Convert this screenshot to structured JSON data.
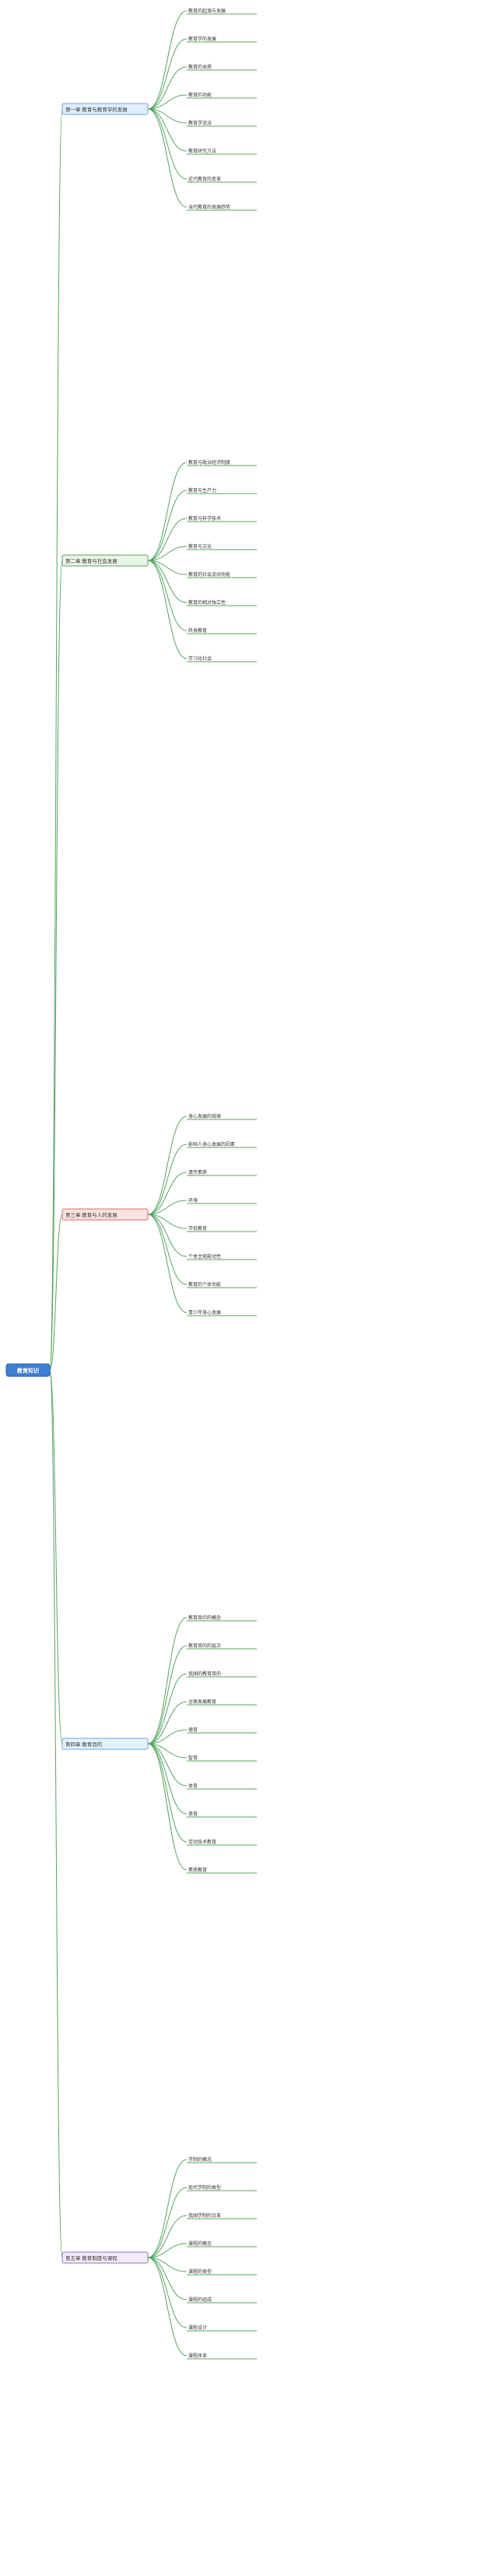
{
  "root": "教育知识",
  "sections": [
    {
      "id": "s1",
      "label": "第一章 教育与教育学的发展",
      "theme": "sec1"
    },
    {
      "id": "s2",
      "label": "第二章 教育与社会发展",
      "theme": "sec2"
    },
    {
      "id": "s3",
      "label": "第三章 教育与人的发展",
      "theme": "sec3"
    },
    {
      "id": "s4",
      "label": "第四章 教育目的",
      "theme": "sec4"
    },
    {
      "id": "s5",
      "label": "第五章 教育制度与课程",
      "theme": "sec5"
    }
  ],
  "subtopics": {
    "s1": [
      "教育的起源与发展",
      "教育学的发展",
      "教育的本质",
      "教育的功能",
      "教育学流派",
      "教育研究方法",
      "近代教育的变革",
      "当代教育的发展趋势"
    ],
    "s2": [
      "教育与政治经济制度",
      "教育与生产力",
      "教育与科学技术",
      "教育与文化",
      "教育的社会流动功能",
      "教育的相对独立性",
      "终身教育",
      "学习化社会"
    ],
    "s3": [
      "身心发展的规律",
      "影响人身心发展的因素",
      "遗传素质",
      "环境",
      "学校教育",
      "个体主观能动性",
      "教育的个体功能",
      "青少年身心发展"
    ],
    "s4": [
      "教育目的的概念",
      "教育目的的层次",
      "我国的教育目的",
      "全面发展教育",
      "德育",
      "智育",
      "体育",
      "美育",
      "劳动技术教育",
      "素质教育"
    ],
    "s5": [
      "学制的概念",
      "现代学制的类型",
      "我国学制的沿革",
      "课程的概念",
      "课程的类型",
      "课程的组成",
      "课程设计",
      "课程改革"
    ]
  },
  "colors": {
    "line": "#58a463",
    "root": "#3d7fd1",
    "text": "#333333"
  }
}
